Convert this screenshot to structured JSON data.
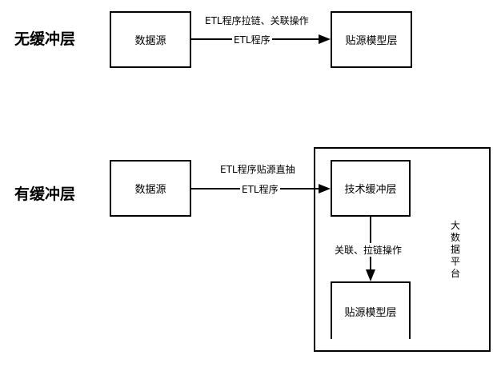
{
  "section1": {
    "title": "无缓冲层",
    "source_box": "数据源",
    "target_box": "贴源模型层",
    "label_top": "ETL程序拉链、关联操作",
    "label_mid": "ETL程序"
  },
  "section2": {
    "title": "有缓冲层",
    "source_box": "数据源",
    "buffer_box": "技术缓冲层",
    "model_box": "贴源模型层",
    "label_top": "ETL程序贴源直抽",
    "label_mid": "ETL程序",
    "down_label": "关联、拉链操作",
    "platform_chars": [
      "大",
      "数",
      "据",
      "平",
      "台"
    ]
  }
}
